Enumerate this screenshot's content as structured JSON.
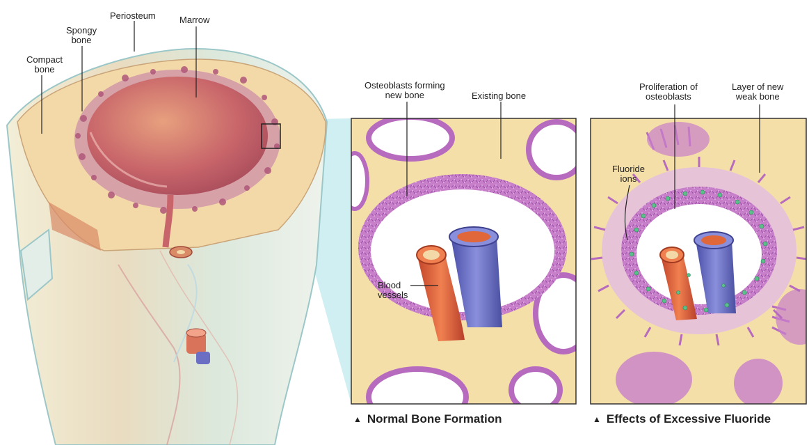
{
  "labels": {
    "periosteum": "Periosteum",
    "marrow": "Marrow",
    "spongy_bone": "Spongy\nbone",
    "compact_bone": "Compact\nbone",
    "osteoblasts_forming": "Osteoblasts forming\nnew bone",
    "existing_bone": "Existing bone",
    "blood_vessels": "Blood\nvessels",
    "proliferation": "Proliferation of\nosteoblasts",
    "layer_new_bone": "Layer of new\nweak bone",
    "fluoride_ions": "Fluoride\nions"
  },
  "captions": {
    "normal": "Normal Bone Formation",
    "fluoride": "Effects of Excessive Fluoride"
  },
  "colors": {
    "bone_cream": "#f5dfa8",
    "marrow": "#c8656a",
    "osteoblast_purple": "#c27ac8",
    "artery": "#e0673a",
    "vein": "#6a6fc4",
    "fluoride_green": "#5cc08a",
    "zoom_cyan": "#bfe9ef"
  }
}
